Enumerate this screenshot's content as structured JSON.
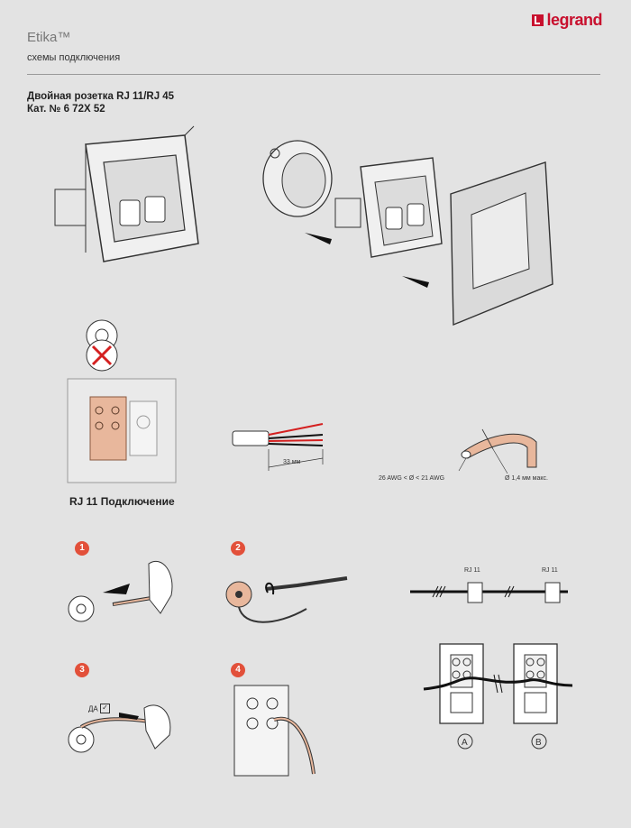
{
  "header": {
    "brand": "legrand",
    "product": "Etika™",
    "subtitle": "схемы подключения"
  },
  "item": {
    "name": "Двойная розетка RJ 11/RJ 45",
    "catalog": "Кат. № 6 72X 52"
  },
  "sections": {
    "rj11_connection": "RJ 11 Подключение",
    "strip_length": "33 мм",
    "wire_gauge": "26 AWG < Ø < 21 AWG",
    "max_diameter": "Ø 1,4 мм макс."
  },
  "steps": [
    {
      "number": "1"
    },
    {
      "number": "2"
    },
    {
      "number": "3",
      "check_label": "ДА"
    },
    {
      "number": "4"
    }
  ],
  "wiring": {
    "socket_left": "RJ 11",
    "socket_right": "RJ 11",
    "variant_a": "A",
    "variant_b": "B"
  },
  "colors": {
    "brand": "#c8102e",
    "step_badge": "#e2503a",
    "background": "#e3e3e3",
    "wire_copper": "#e8b79c"
  }
}
